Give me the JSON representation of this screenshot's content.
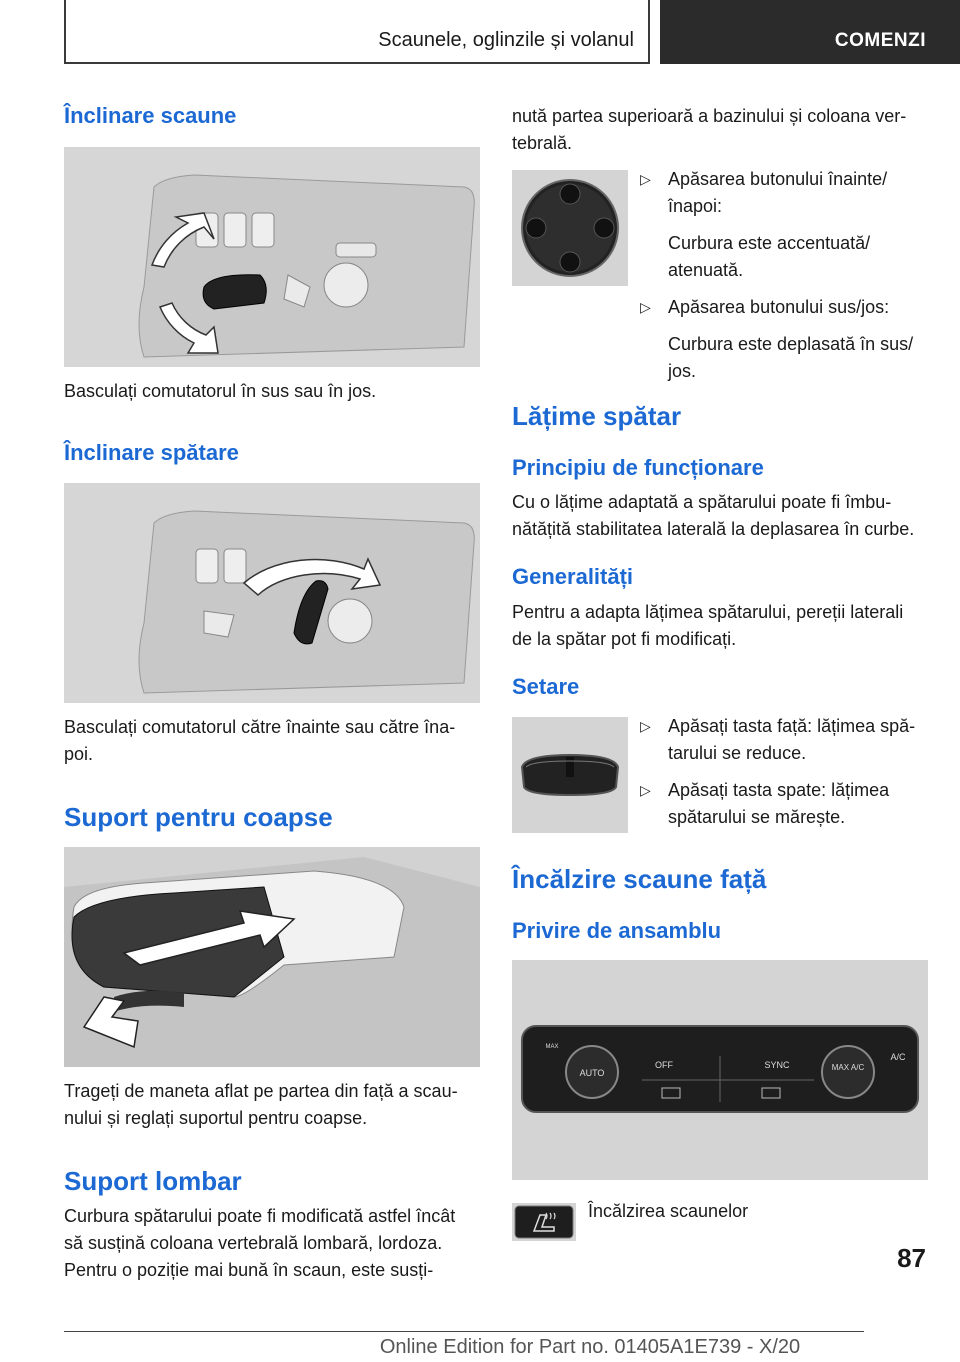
{
  "header": {
    "section_title": "Scaunele, oglinzile și volanul",
    "chapter_tab": "COMENZI"
  },
  "left": {
    "h_seat_tilt": "Înclinare scaune",
    "p_seat_tilt": "Basculați comutatorul în sus sau în jos.",
    "h_back_tilt": "Înclinare spătare",
    "p_back_tilt_1": "Basculați comutatorul către înainte sau către îna-",
    "p_back_tilt_2": "poi.",
    "h_thigh": "Suport pentru coapse",
    "p_thigh_1": "Trageți de maneta aflat pe partea din față a scau-",
    "p_thigh_2": "nului și reglați suportul pentru coapse.",
    "h_lumbar": "Suport lombar",
    "p_lumbar_1": "Curbura spătarului poate fi modificată astfel încât",
    "p_lumbar_2": "să susțină coloana vertebrală lombară, lordoza.",
    "p_lumbar_3": "Pentru o poziție mai bună în scaun, este susți-"
  },
  "right": {
    "p_cont_1": "nută partea superioară a bazinului și coloana ver-",
    "p_cont_2": "tebrală.",
    "lumbar_bullets": [
      {
        "mark": "▷",
        "line1": "Apăsarea butonului înainte/",
        "line2": "înapoi:",
        "sub1": "Curbura este accentuată/",
        "sub2": "atenuată."
      },
      {
        "mark": "▷",
        "line1": "Apăsarea butonului sus/jos:",
        "sub1": "Curbura este deplasată în sus/",
        "sub2": "jos."
      }
    ],
    "h_width": "Lățime spătar",
    "h_principle": "Principiu de funcționare",
    "p_principle_1": "Cu o lățime adaptată a spătarului poate fi îmbu-",
    "p_principle_2": "nătățită stabilitatea laterală la deplasarea în curbe.",
    "h_general": "Generalități",
    "p_general_1": "Pentru a adapta lățimea spătarului, pereții laterali",
    "p_general_2": "de la spătar pot fi modificați.",
    "h_setting": "Setare",
    "width_bullets": [
      {
        "mark": "▷",
        "line1": "Apăsați tasta față: lățimea spă-",
        "line2": "tarului se reduce."
      },
      {
        "mark": "▷",
        "line1": "Apăsați tasta spate: lățimea",
        "line2": "spătarului se mărește."
      }
    ],
    "h_heating": "Încălzire scaune față",
    "h_overview": "Privire de ansamblu",
    "panel_labels": {
      "auto": "AUTO",
      "off": "OFF",
      "sync": "SYNC",
      "max_ac": "MAX A/C",
      "ac": "A/C",
      "max": "MAX"
    },
    "caption_heating": "Încălzirea scaunelor"
  },
  "footer": {
    "page_number": "87",
    "edition": "Online Edition for Part no. 01405A1E739 - X/20"
  }
}
